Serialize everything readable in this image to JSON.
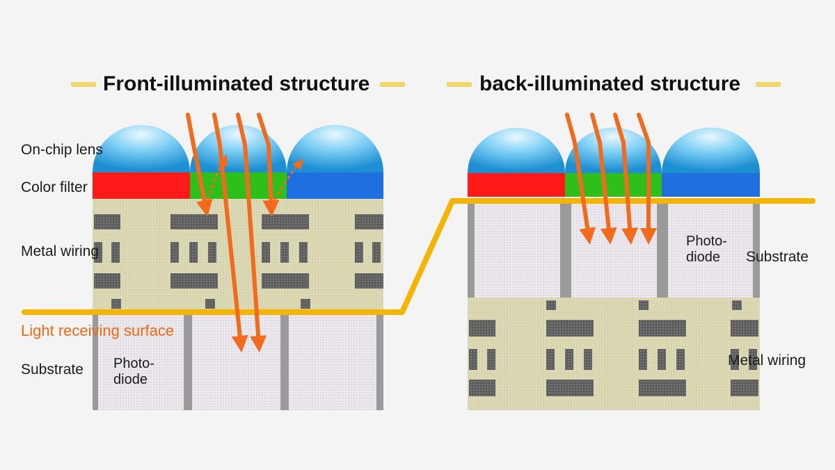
{
  "titles": {
    "front": "Front-illuminated structure",
    "back": "back-illuminated structure"
  },
  "front_labels": {
    "lens": "On-chip lens",
    "filter": "Color filter",
    "wiring": "Metal wiring",
    "surface": "Light receiving surface",
    "substrate": "Substrate",
    "photodiode": "Photo-\ndiode"
  },
  "back_labels": {
    "photodiode": "Photo-\ndiode",
    "substrate": "Substrate",
    "wiring": "Metal wiring"
  },
  "colors": {
    "background": "#f4f4f4",
    "light_arrow": "#f26a1b",
    "surface_line": "#f5b400",
    "lens": "#3aaee6",
    "filter_red": "#ff1a1a",
    "filter_green": "#2fbf1a",
    "filter_blue": "#1f6fe0",
    "wiring_layer": "#d9d6b3",
    "metal": "#5a5a5a",
    "substrate": "#e8e8ec"
  }
}
